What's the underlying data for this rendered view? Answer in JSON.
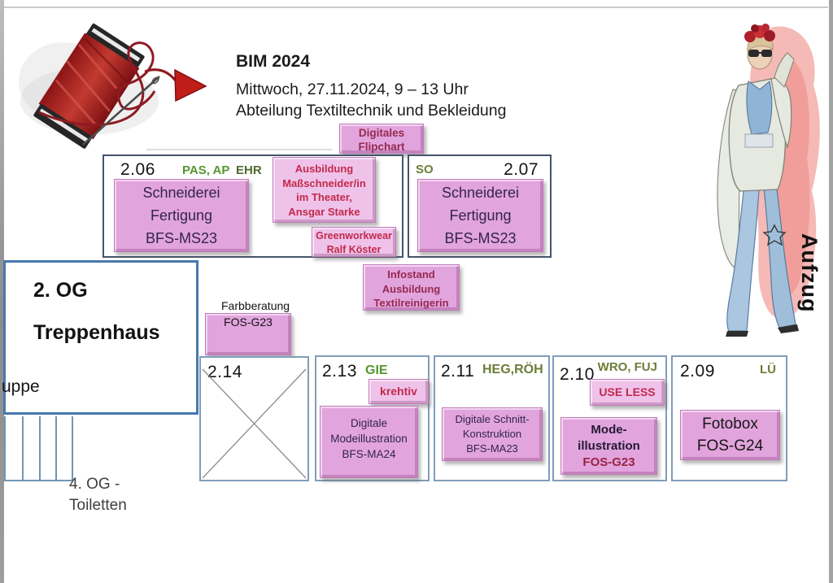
{
  "header": {
    "title": "BIM 2024",
    "date": "Mittwoch, 27.11.2024, 9 – 13 Uhr",
    "department": "Abteilung Textiltechnik und Bekleidung"
  },
  "stands": {
    "flipchart": "Digitales\nFlipchart",
    "theater": "Ausbildung\nMaßschneider/in\nim Theater,\nAnsgar Starke",
    "greenworkwear": "Greenworkwear\nRalf Köster",
    "infostand": "Infostand\nAusbildung\nTextilreinigerin",
    "farbberatung_title": "Farbberatung",
    "farbberatung_class": "FOS-G23",
    "krehtiv": "krehtiv",
    "use_less": "USE LESS"
  },
  "rooms": {
    "r206": {
      "number": "2.06",
      "teachers_primary": "PAS, AP",
      "teachers_secondary": "EHR",
      "activity": "Schneiderei\nFertigung\nBFS-MS23"
    },
    "r207": {
      "number": "2.07",
      "teachers": "SO",
      "activity": "Schneiderei\nFertigung\nBFS-MS23"
    },
    "r214": {
      "number": "2.14"
    },
    "r213": {
      "number": "2.13",
      "teachers": "GIE",
      "activity": "Digitale\nModeillustration\nBFS-MA24"
    },
    "r211": {
      "number": "2.11",
      "teachers": "HEG,RÖH",
      "activity": "Digitale Schnitt-\nKonstruktion\nBFS-MA23"
    },
    "r210": {
      "number": "2.10",
      "teachers": "WRO, FUJ",
      "activity": "Mode-\nillustration",
      "activity_class": "FOS-G23"
    },
    "r209": {
      "number": "2.09",
      "teachers": "LÜ",
      "activity": "Fotobox\nFOS-G24"
    }
  },
  "landmarks": {
    "floor": "2. OG",
    "stairwell": "Treppenhaus",
    "stair_fragment": "uppe",
    "toilets": "4. OG -\nToiletten",
    "elevator": "Aufzug"
  },
  "colors": {
    "stand_pink": "#e2a4dd",
    "stand_pink_light": "#efc2ea",
    "activity_text": "#33244e",
    "highlight_red": "#c22a4b",
    "stand_text_maroon": "#952a50",
    "class_dark_red": "#9b2242",
    "teacher_green": "#55962f",
    "teacher_olive": "#6c7d38",
    "room_border_dark": "#44546a",
    "room_border_light": "#7f9db9",
    "stairwell_border": "#4779ad"
  }
}
